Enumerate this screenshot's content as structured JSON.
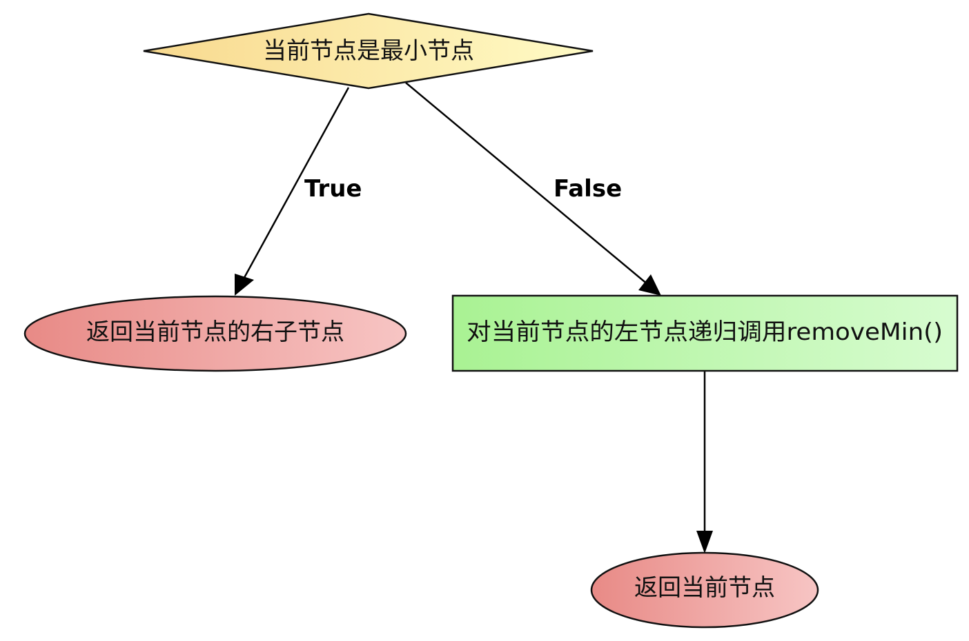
{
  "nodes": {
    "decision": {
      "label": "当前节点是最小节点",
      "colors": {
        "start": "#f8d98e",
        "end": "#fffbc6",
        "stroke": "#111111"
      }
    },
    "return_right": {
      "label": "返回当前节点的右子节点",
      "colors": {
        "start": "#e88a86",
        "end": "#f7c5c4",
        "stroke": "#111111"
      }
    },
    "recurse_left": {
      "label": "对当前节点的左节点递归调用removeMin()",
      "colors": {
        "start": "#a9f293",
        "end": "#d7fcd0",
        "stroke": "#111111"
      }
    },
    "return_current": {
      "label": "返回当前节点",
      "colors": {
        "start": "#e88a86",
        "end": "#f7c5c4",
        "stroke": "#111111"
      }
    }
  },
  "edges": {
    "true_label": "True",
    "false_label": "False"
  }
}
